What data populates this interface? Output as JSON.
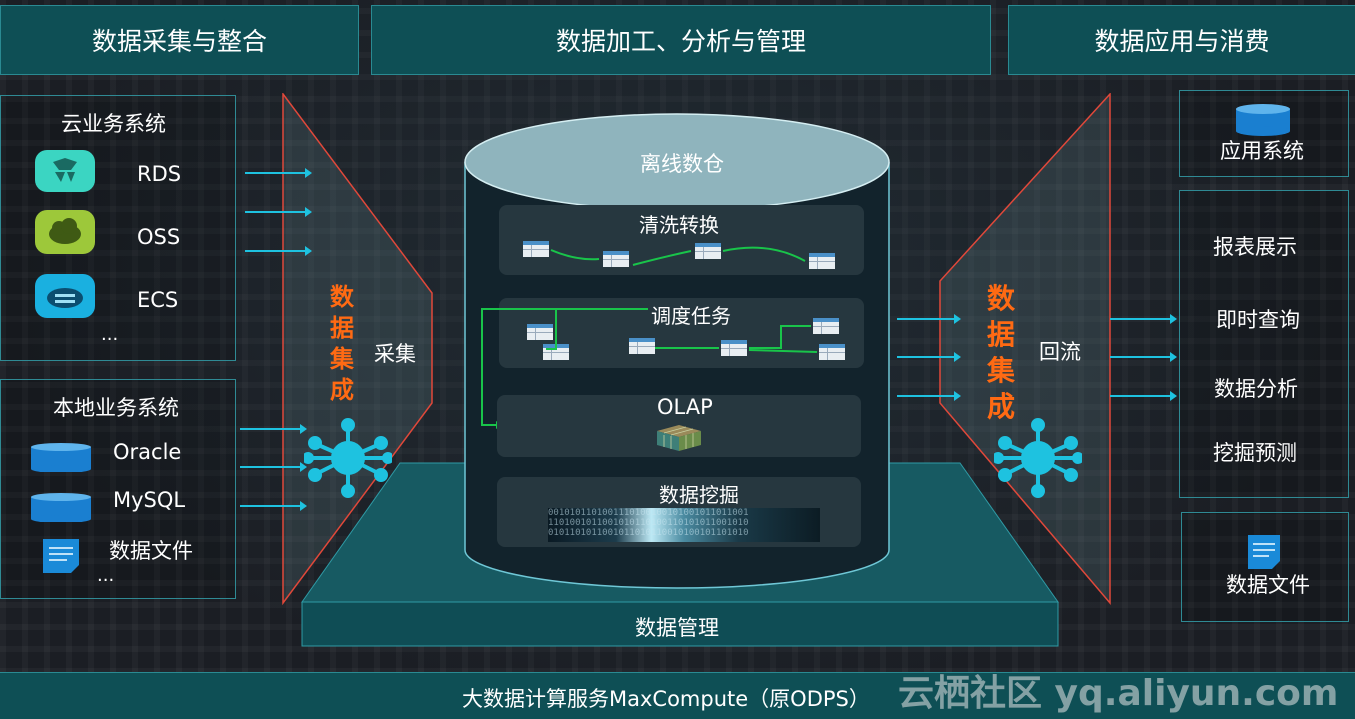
{
  "header": {
    "left": "数据采集与整合",
    "center": "数据加工、分析与管理",
    "right": "数据应用与消费"
  },
  "cloud_systems": {
    "title": "云业务系统",
    "items": [
      "RDS",
      "OSS",
      "ECS"
    ],
    "more": "..."
  },
  "local_systems": {
    "title": "本地业务系统",
    "items": [
      "Oracle",
      "MySQL",
      "数据文件"
    ],
    "more": "..."
  },
  "left_integration": {
    "label_chars": [
      "数",
      "据",
      "集",
      "成"
    ],
    "side_label": "采集"
  },
  "right_integration": {
    "label_chars": [
      "数",
      "据",
      "集",
      "成"
    ],
    "side_label": "回流"
  },
  "warehouse": {
    "title": "离线数仓",
    "blocks": [
      "清洗转换",
      "调度任务",
      "OLAP",
      "数据挖掘"
    ]
  },
  "data_management": "数据管理",
  "apps": {
    "app_system": "应用系统",
    "uses": [
      "报表展示",
      "即时查询",
      "数据分析",
      "挖掘预测"
    ],
    "data_file": "数据文件"
  },
  "footer": "大数据计算服务MaxCompute（原ODPS）",
  "watermark": "云栖社区 yq.aliyun.com",
  "colors": {
    "accent": "#1ec2e0",
    "integration": "#ff6a13",
    "panel_border": "#2f8a94",
    "header_fill": "#0e4f55"
  },
  "icons": [
    "rds-icon",
    "oss-icon",
    "ecs-icon",
    "database-icon",
    "document-icon",
    "hub-icon",
    "cube-icon",
    "table-icon"
  ]
}
